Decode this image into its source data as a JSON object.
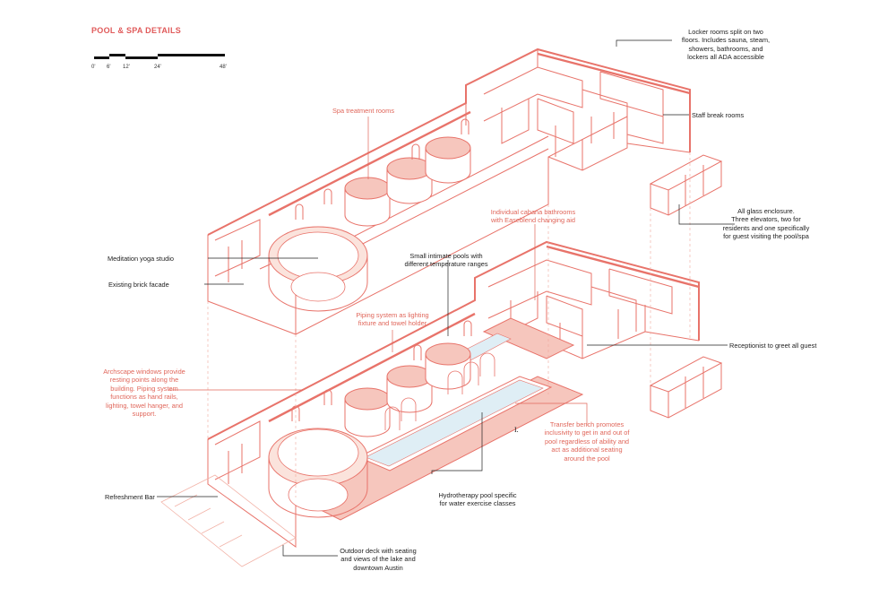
{
  "title": "POOL & SPA DETAILS",
  "scale_bar": {
    "ticks": [
      "0'",
      "6'",
      "12'",
      "24'",
      "48'"
    ]
  },
  "colors": {
    "accent": "#e05a5a",
    "line": "#e8736a",
    "fill": "#f6c6bd",
    "water": "#dfeef5",
    "text": "#222222"
  },
  "annotations": {
    "locker_rooms": "Locker rooms split on two\nfloors. Includes sauna, steam,\nshowers, bathrooms, and\nlockers all ADA accessible",
    "staff_break": "Staff break rooms",
    "spa_treatment": "Spa treatment rooms",
    "glass_enclosure": "All glass enclosure.\nThree elevators, two for\nresidents and one specifically\nfor guest visiting the pool/spa",
    "cabana": "Individual cabana bathrooms\nwith Easeblend changing aid",
    "meditation": "Meditation yoga studio",
    "brick": "Existing brick facade",
    "small_pools": "Small intimate pools with\ndifferent temperature ranges",
    "piping": "Piping system as lighting\nfixture and towel holder",
    "receptionist": "Receptionist to greet all guest",
    "archscape": "Archscape windows provide\nresting points along the\nbuilding. Piping system\nfunctions as hand rails,\nlighting, towel hanger, and\nsupport.",
    "transfer": "Transfer bench promotes\ninclusivity to get in and out of\npool regardless of ability and\nact as additional seating\naround the pool",
    "refreshment": "Refreshment Bar",
    "hydrotherapy": "Hydrotherapy pool specific\nfor water exercise classes",
    "outdoor": "Outdoor deck with seating\nand views of the lake and\ndowntown Austin"
  }
}
